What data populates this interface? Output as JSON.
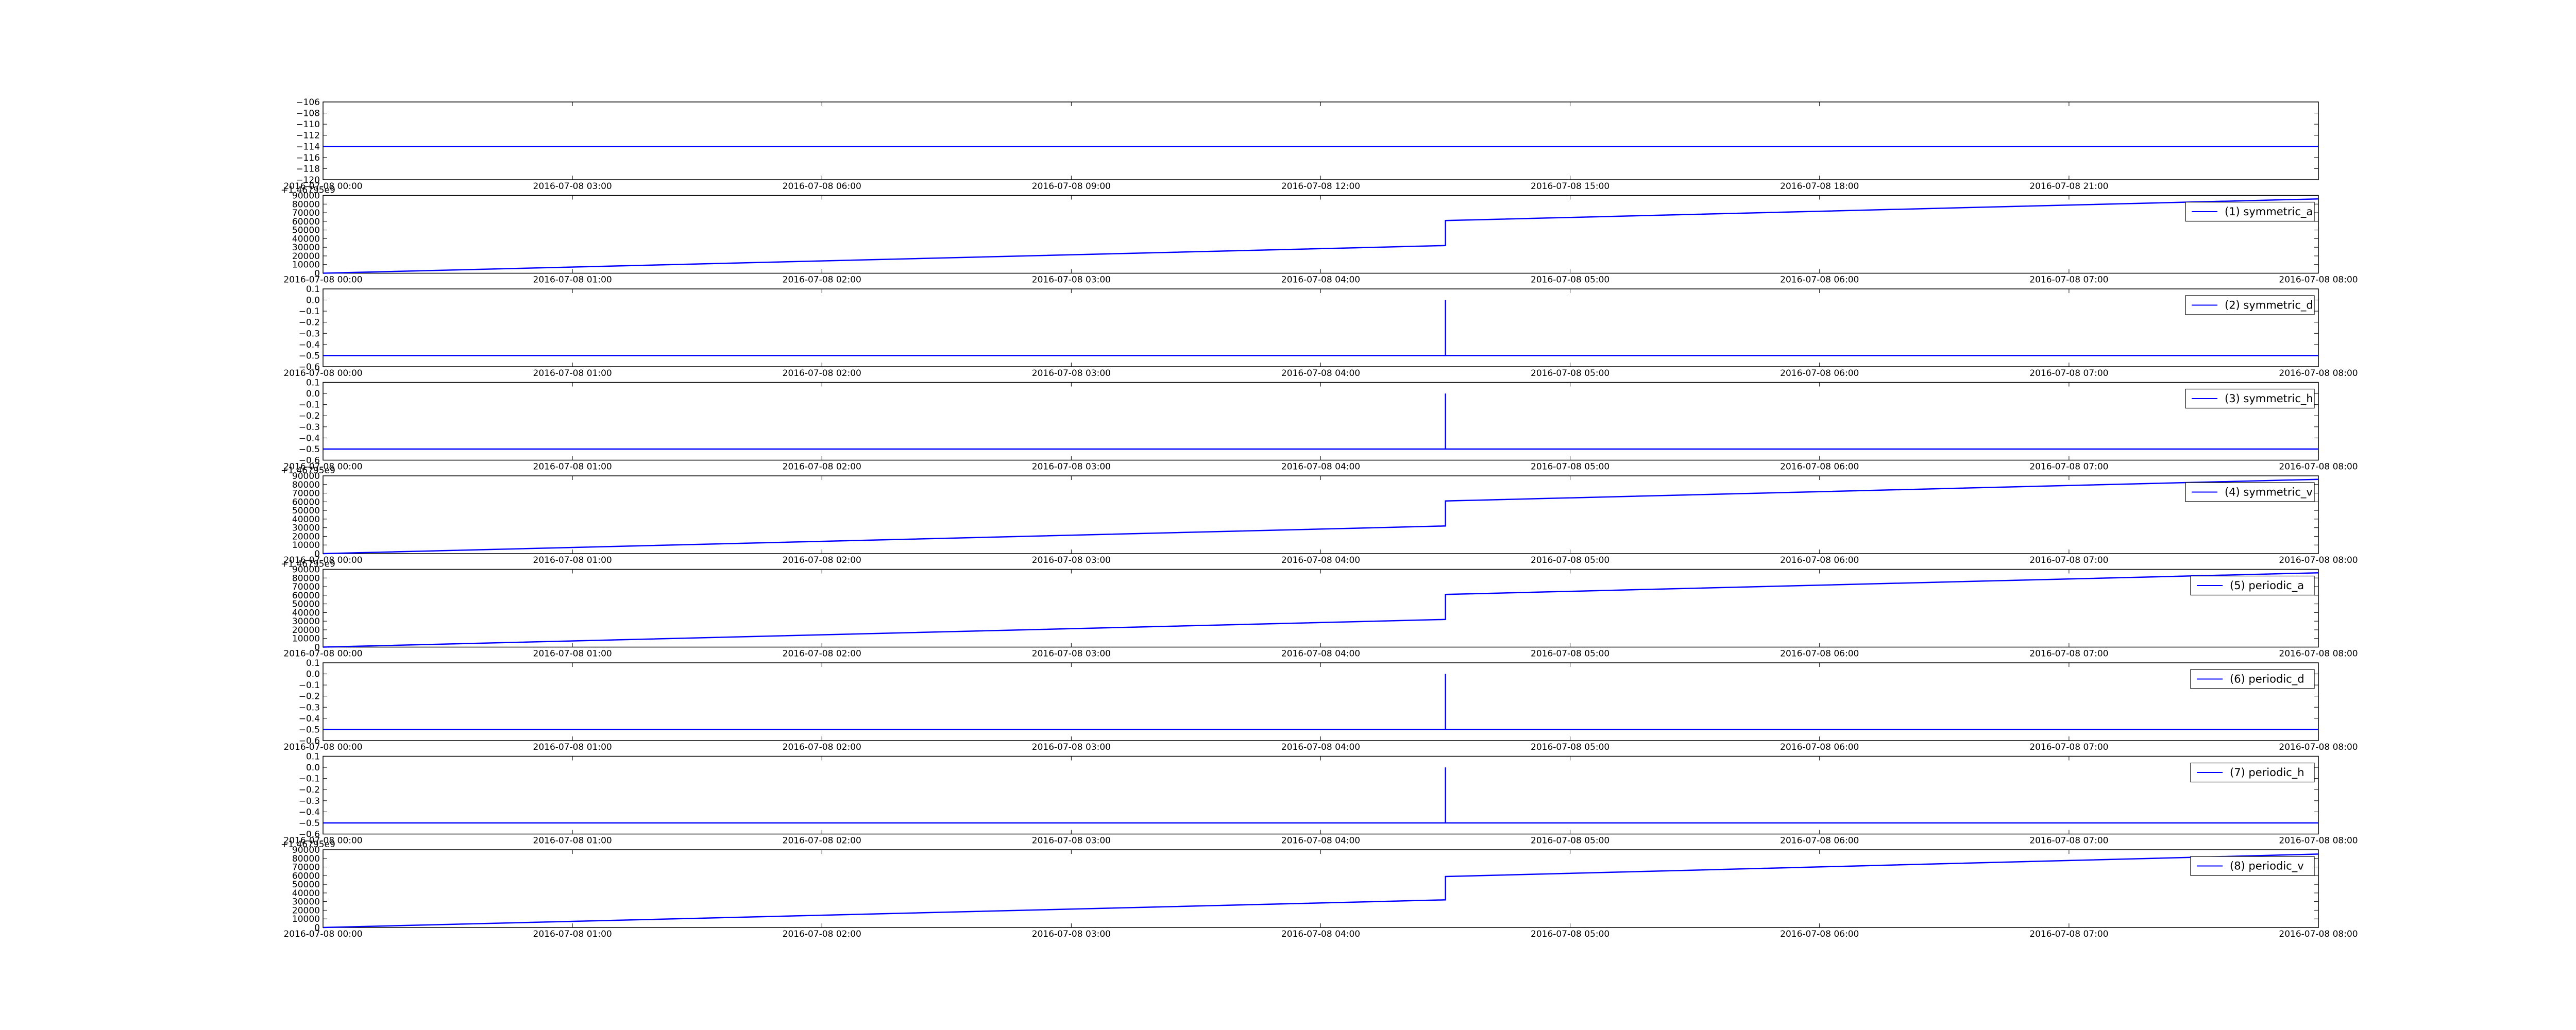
{
  "figure": {
    "background": "#ffffff",
    "line_color": "#0000ff",
    "axis_color": "#000000"
  },
  "chart_data": [
    {
      "type": "line",
      "ylim": [
        -120,
        -106
      ],
      "yticks": [
        "−106",
        "−108",
        "−110",
        "−112",
        "−114",
        "−116",
        "−118",
        "−120"
      ],
      "ytick_values": [
        -106,
        -108,
        -110,
        -112,
        -114,
        -116,
        -118,
        -120
      ],
      "xticks": [
        "2016-07-08 00:00",
        "2016-07-08 03:00",
        "2016-07-08 06:00",
        "2016-07-08 09:00",
        "2016-07-08 12:00",
        "2016-07-08 15:00",
        "2016-07-08 18:00",
        "2016-07-08 21:00"
      ],
      "xtick_values": [
        0,
        3,
        6,
        9,
        12,
        15,
        18,
        21
      ],
      "xlim": [
        0,
        24
      ],
      "offset_text": "",
      "legend": "",
      "series": [
        {
          "x": [
            0,
            24
          ],
          "y": [
            -114,
            -114
          ]
        }
      ]
    },
    {
      "type": "line",
      "ylim": [
        0,
        90000
      ],
      "yticks": [
        "90000",
        "80000",
        "70000",
        "60000",
        "50000",
        "40000",
        "30000",
        "20000",
        "10000",
        "0"
      ],
      "ytick_values": [
        90000,
        80000,
        70000,
        60000,
        50000,
        40000,
        30000,
        20000,
        10000,
        0
      ],
      "xticks": [
        "2016-07-08 00:00",
        "2016-07-08 01:00",
        "2016-07-08 02:00",
        "2016-07-08 03:00",
        "2016-07-08 04:00",
        "2016-07-08 05:00",
        "2016-07-08 06:00",
        "2016-07-08 07:00",
        "2016-07-08 08:00"
      ],
      "xtick_values": [
        0,
        1,
        2,
        3,
        4,
        5,
        6,
        7,
        8
      ],
      "xlim": [
        0,
        8
      ],
      "offset_text": "+1.46795e9",
      "legend": "(1) symmetric_a",
      "series": [
        {
          "x": [
            0,
            4.5,
            4.5,
            8
          ],
          "y": [
            0,
            32000,
            61000,
            86000
          ]
        }
      ]
    },
    {
      "type": "line",
      "ylim": [
        -0.6,
        0.1
      ],
      "yticks": [
        "0.1",
        "0.0",
        "−0.1",
        "−0.2",
        "−0.3",
        "−0.4",
        "−0.5",
        "−0.6"
      ],
      "ytick_values": [
        0.1,
        0,
        -0.1,
        -0.2,
        -0.3,
        -0.4,
        -0.5,
        -0.6
      ],
      "xticks": [
        "2016-07-08 00:00",
        "2016-07-08 01:00",
        "2016-07-08 02:00",
        "2016-07-08 03:00",
        "2016-07-08 04:00",
        "2016-07-08 05:00",
        "2016-07-08 06:00",
        "2016-07-08 07:00",
        "2016-07-08 08:00"
      ],
      "xtick_values": [
        0,
        1,
        2,
        3,
        4,
        5,
        6,
        7,
        8
      ],
      "xlim": [
        0,
        8
      ],
      "offset_text": "",
      "legend": "(2) symmetric_d",
      "series": [
        {
          "x": [
            0,
            4.5,
            4.5,
            4.5,
            8
          ],
          "y": [
            -0.5,
            -0.5,
            0.0,
            -0.5,
            -0.5
          ]
        }
      ]
    },
    {
      "type": "line",
      "ylim": [
        -0.6,
        0.1
      ],
      "yticks": [
        "0.1",
        "0.0",
        "−0.1",
        "−0.2",
        "−0.3",
        "−0.4",
        "−0.5",
        "−0.6"
      ],
      "ytick_values": [
        0.1,
        0,
        -0.1,
        -0.2,
        -0.3,
        -0.4,
        -0.5,
        -0.6
      ],
      "xticks": [
        "2016-07-08 00:00",
        "2016-07-08 01:00",
        "2016-07-08 02:00",
        "2016-07-08 03:00",
        "2016-07-08 04:00",
        "2016-07-08 05:00",
        "2016-07-08 06:00",
        "2016-07-08 07:00",
        "2016-07-08 08:00"
      ],
      "xtick_values": [
        0,
        1,
        2,
        3,
        4,
        5,
        6,
        7,
        8
      ],
      "xlim": [
        0,
        8
      ],
      "offset_text": "",
      "legend": "(3) symmetric_h",
      "series": [
        {
          "x": [
            0,
            4.5,
            4.5,
            4.5,
            8
          ],
          "y": [
            -0.5,
            -0.5,
            0.0,
            -0.5,
            -0.5
          ]
        }
      ]
    },
    {
      "type": "line",
      "ylim": [
        0,
        90000
      ],
      "yticks": [
        "90000",
        "80000",
        "70000",
        "60000",
        "50000",
        "40000",
        "30000",
        "20000",
        "10000",
        "0"
      ],
      "ytick_values": [
        90000,
        80000,
        70000,
        60000,
        50000,
        40000,
        30000,
        20000,
        10000,
        0
      ],
      "xticks": [
        "2016-07-08 00:00",
        "2016-07-08 01:00",
        "2016-07-08 02:00",
        "2016-07-08 03:00",
        "2016-07-08 04:00",
        "2016-07-08 05:00",
        "2016-07-08 06:00",
        "2016-07-08 07:00",
        "2016-07-08 08:00"
      ],
      "xtick_values": [
        0,
        1,
        2,
        3,
        4,
        5,
        6,
        7,
        8
      ],
      "xlim": [
        0,
        8
      ],
      "offset_text": "+1.46795e9",
      "legend": "(4) symmetric_v",
      "series": [
        {
          "x": [
            0,
            4.5,
            4.5,
            8
          ],
          "y": [
            0,
            32000,
            61000,
            86000
          ]
        }
      ]
    },
    {
      "type": "line",
      "ylim": [
        0,
        90000
      ],
      "yticks": [
        "90000",
        "80000",
        "70000",
        "60000",
        "50000",
        "40000",
        "30000",
        "20000",
        "10000",
        "0"
      ],
      "ytick_values": [
        90000,
        80000,
        70000,
        60000,
        50000,
        40000,
        30000,
        20000,
        10000,
        0
      ],
      "xticks": [
        "2016-07-08 00:00",
        "2016-07-08 01:00",
        "2016-07-08 02:00",
        "2016-07-08 03:00",
        "2016-07-08 04:00",
        "2016-07-08 05:00",
        "2016-07-08 06:00",
        "2016-07-08 07:00",
        "2016-07-08 08:00"
      ],
      "xtick_values": [
        0,
        1,
        2,
        3,
        4,
        5,
        6,
        7,
        8
      ],
      "xlim": [
        0,
        8
      ],
      "offset_text": "+1.46795e9",
      "legend": "(5) periodic_a",
      "series": [
        {
          "x": [
            0,
            4.5,
            4.5,
            8
          ],
          "y": [
            0,
            32000,
            61000,
            86000
          ]
        }
      ]
    },
    {
      "type": "line",
      "ylim": [
        -0.6,
        0.1
      ],
      "yticks": [
        "0.1",
        "0.0",
        "−0.1",
        "−0.2",
        "−0.3",
        "−0.4",
        "−0.5",
        "−0.6"
      ],
      "ytick_values": [
        0.1,
        0,
        -0.1,
        -0.2,
        -0.3,
        -0.4,
        -0.5,
        -0.6
      ],
      "xticks": [
        "2016-07-08 00:00",
        "2016-07-08 01:00",
        "2016-07-08 02:00",
        "2016-07-08 03:00",
        "2016-07-08 04:00",
        "2016-07-08 05:00",
        "2016-07-08 06:00",
        "2016-07-08 07:00",
        "2016-07-08 08:00"
      ],
      "xtick_values": [
        0,
        1,
        2,
        3,
        4,
        5,
        6,
        7,
        8
      ],
      "xlim": [
        0,
        8
      ],
      "offset_text": "",
      "legend": "(6) periodic_d",
      "series": [
        {
          "x": [
            0,
            4.5,
            4.5,
            4.5,
            8
          ],
          "y": [
            -0.5,
            -0.5,
            0.0,
            -0.5,
            -0.5
          ]
        }
      ]
    },
    {
      "type": "line",
      "ylim": [
        -0.6,
        0.1
      ],
      "yticks": [
        "0.1",
        "0.0",
        "−0.1",
        "−0.2",
        "−0.3",
        "−0.4",
        "−0.5",
        "−0.6"
      ],
      "ytick_values": [
        0.1,
        0,
        -0.1,
        -0.2,
        -0.3,
        -0.4,
        -0.5,
        -0.6
      ],
      "xticks": [
        "2016-07-08 00:00",
        "2016-07-08 01:00",
        "2016-07-08 02:00",
        "2016-07-08 03:00",
        "2016-07-08 04:00",
        "2016-07-08 05:00",
        "2016-07-08 06:00",
        "2016-07-08 07:00",
        "2016-07-08 08:00"
      ],
      "xtick_values": [
        0,
        1,
        2,
        3,
        4,
        5,
        6,
        7,
        8
      ],
      "xlim": [
        0,
        8
      ],
      "offset_text": "",
      "legend": "(7) periodic_h",
      "series": [
        {
          "x": [
            0,
            4.5,
            4.5,
            4.5,
            8
          ],
          "y": [
            -0.5,
            -0.5,
            0.0,
            -0.5,
            -0.5
          ]
        }
      ]
    },
    {
      "type": "line",
      "ylim": [
        0,
        90000
      ],
      "yticks": [
        "90000",
        "80000",
        "70000",
        "60000",
        "50000",
        "40000",
        "30000",
        "20000",
        "10000",
        "0"
      ],
      "ytick_values": [
        90000,
        80000,
        70000,
        60000,
        50000,
        40000,
        30000,
        20000,
        10000,
        0
      ],
      "xticks": [
        "2016-07-08 00:00",
        "2016-07-08 01:00",
        "2016-07-08 02:00",
        "2016-07-08 03:00",
        "2016-07-08 04:00",
        "2016-07-08 05:00",
        "2016-07-08 06:00",
        "2016-07-08 07:00",
        "2016-07-08 08:00"
      ],
      "xtick_values": [
        0,
        1,
        2,
        3,
        4,
        5,
        6,
        7,
        8
      ],
      "xlim": [
        0,
        8
      ],
      "offset_text": "+1.46795e9",
      "legend": "(8) periodic_v",
      "series": [
        {
          "x": [
            0,
            4.5,
            4.5,
            8
          ],
          "y": [
            0,
            32000,
            59000,
            85000
          ]
        }
      ]
    }
  ]
}
